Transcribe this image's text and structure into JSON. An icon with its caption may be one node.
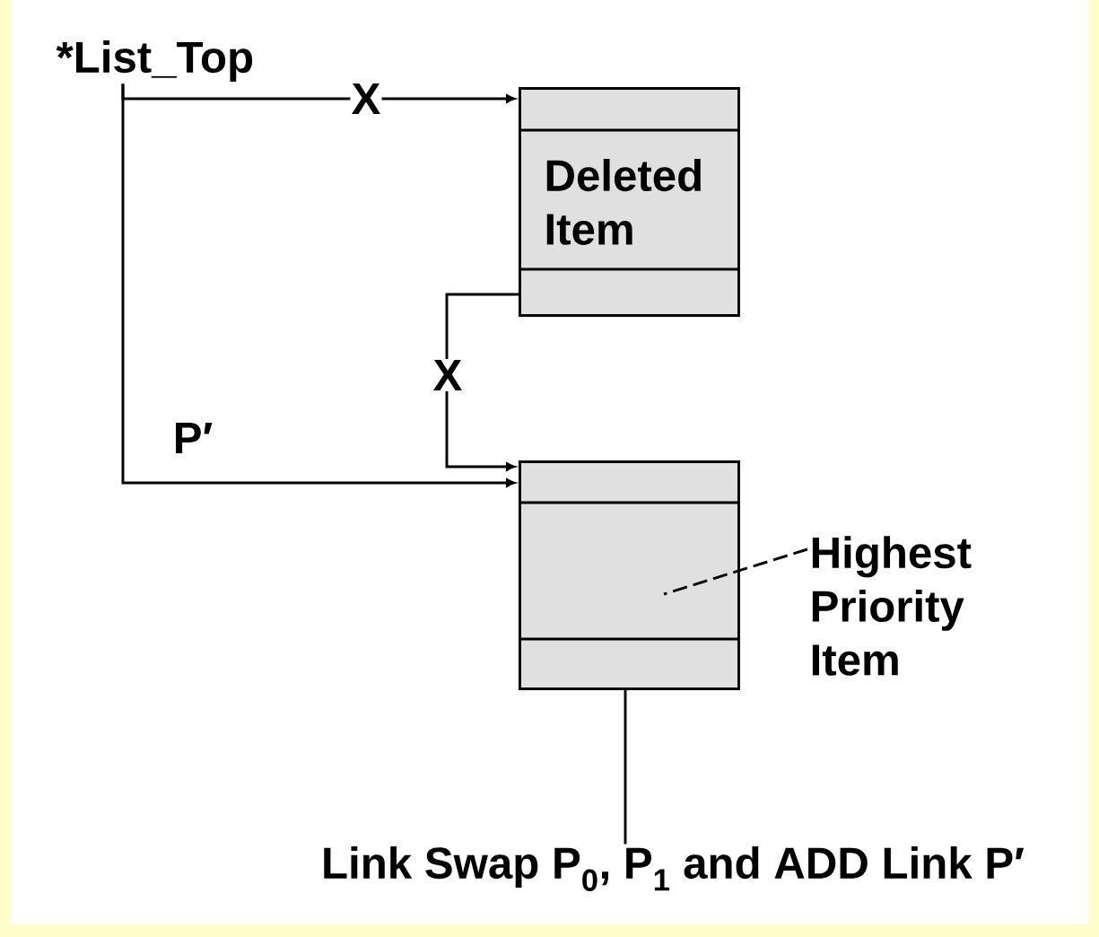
{
  "diagram": {
    "nodes": [
      {
        "text": [
          "*List_Top"
        ]
      },
      {
        "text": [
          "Deleted Item"
        ]
      },
      {
        "text": [],
        "shape": "box"
      },
      {
        "text": [
          "Highest Priority Item"
        ]
      },
      {
        "text": [
          "Link Swap P$_{0}$, P$_{1}$ and ADD Link P′"
        ]
      }
    ],
    "edges": [
      {
        "from": 0,
        "to": 1,
        "arrow": "to",
        "label": "X"
      },
      {
        "from": 1,
        "to": 2,
        "arrow": "to",
        "label": "X"
      },
      {
        "from": 0,
        "to": 2,
        "arrow": "to",
        "label": "P′"
      },
      {
        "from": 3,
        "to": 2,
        "arrow": "none",
        "style": "dashed"
      },
      {
        "from": 2,
        "to": 4,
        "arrow": "none"
      }
    ]
  }
}
